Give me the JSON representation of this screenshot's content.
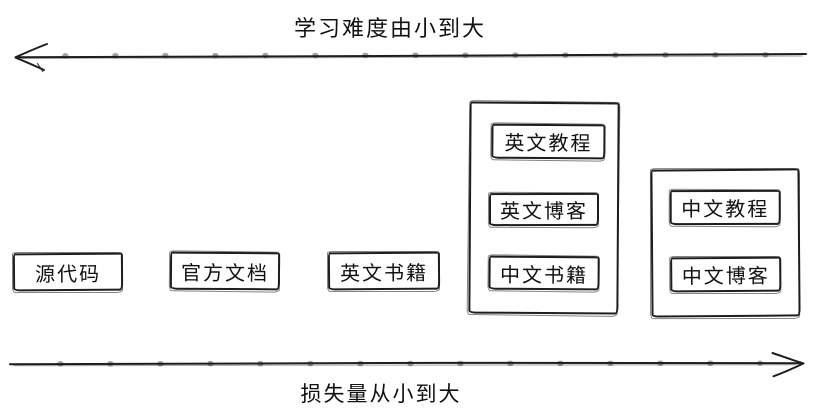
{
  "diagram": {
    "colors": {
      "stroke": "#1e1e1e",
      "text": "#111111",
      "background": "#ffffff"
    },
    "top_axis": {
      "label": "学习难度由小到大",
      "direction": "left"
    },
    "bottom_axis": {
      "label": "损失量从小到大",
      "direction": "right"
    },
    "boxes": [
      {
        "label": "源代码"
      },
      {
        "label": "官方文档"
      },
      {
        "label": "英文书籍"
      }
    ],
    "groups": [
      {
        "items": [
          {
            "label": "英文教程"
          },
          {
            "label": "英文博客"
          },
          {
            "label": "中文书籍"
          }
        ]
      },
      {
        "items": [
          {
            "label": "中文教程"
          },
          {
            "label": "中文博客"
          }
        ]
      }
    ]
  }
}
